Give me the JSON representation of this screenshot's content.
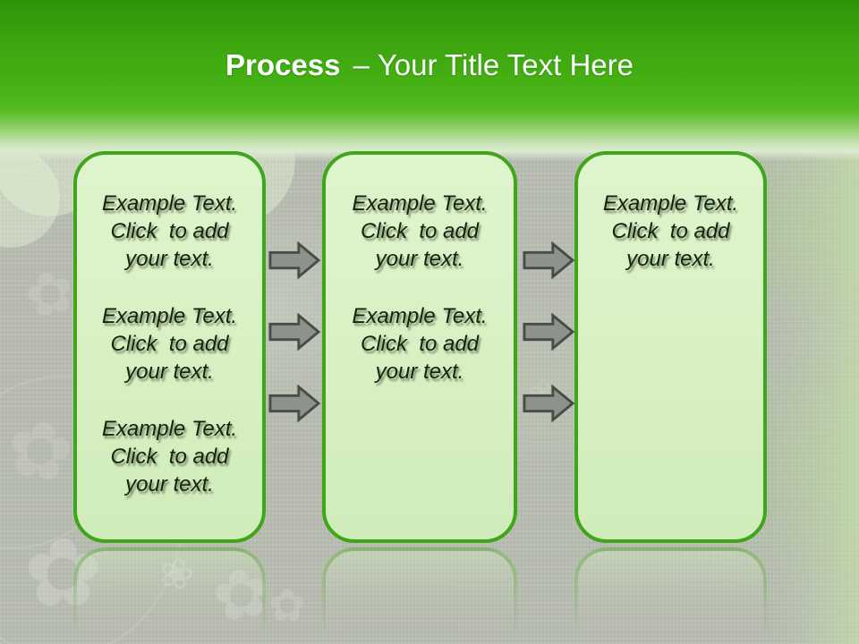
{
  "title": {
    "keyword": "Process",
    "separator": "–",
    "rest": "Your Title Text Here"
  },
  "boxes": [
    {
      "paragraphs": [
        [
          "Example Text.",
          "Click  to add",
          "your text."
        ],
        [
          "Example Text.",
          "Click  to add",
          "your text."
        ],
        [
          "Example Text.",
          "Click  to add",
          "your text."
        ]
      ]
    },
    {
      "paragraphs": [
        [
          "Example Text.",
          "Click  to add",
          "your text."
        ],
        [
          "Example Text.",
          "Click  to add",
          "your text."
        ]
      ]
    },
    {
      "paragraphs": [
        [
          "Example Text.",
          "Click  to add",
          "your text."
        ]
      ]
    }
  ],
  "arrows": {
    "icon": "right-arrow-icon",
    "direction": "right",
    "columns": 2,
    "per_column": 3
  },
  "colors": {
    "header_green_top": "#2d9409",
    "header_green_mid": "#41ac11",
    "header_green_low": "#52bb20",
    "background_gray": "#b7bcb0",
    "box_fill": "#d9f2c5",
    "box_border": "#3fa51a",
    "arrow_fill": "#8d928d",
    "arrow_border": "#474c47",
    "title_text": "#ffffff",
    "box_text": "#14230b",
    "accent_band": "#c6e8a8"
  }
}
